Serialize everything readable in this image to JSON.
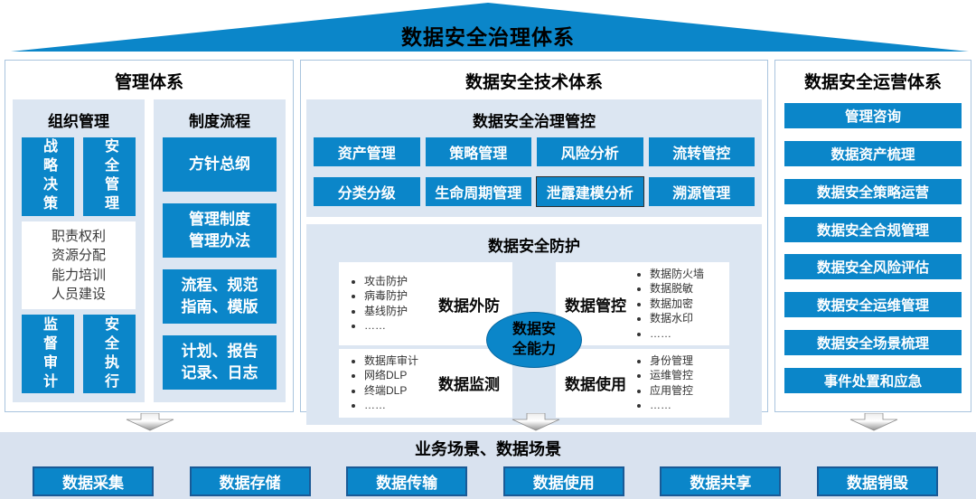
{
  "banner": {
    "title": "数据安全治理体系"
  },
  "left_panel": {
    "title": "管理体系",
    "org": {
      "title": "组织管理",
      "top_buttons": [
        "战略决策",
        "安全管理"
      ],
      "center_box_lines": "职责权利\n资源分配\n能力培训\n人员建设",
      "bottom_buttons": [
        "监督审计",
        "安全执行"
      ]
    },
    "process": {
      "title": "制度流程",
      "buttons": [
        "方针总纲",
        "管理制度\n管理办法",
        "流程、规范\n指南、模版",
        "计划、报告\n记录、日志"
      ]
    }
  },
  "tech_panel": {
    "title": "数据安全技术体系",
    "govern": {
      "title": "数据安全治理管控",
      "buttons": [
        "资产管理",
        "策略管理",
        "风险分析",
        "流转管控",
        "分类分级",
        "生命周期管理",
        "泄露建模分析",
        "溯源管理"
      ]
    },
    "protect": {
      "title": "数据安全防护",
      "center_label": "数据安\n全能力",
      "quadrants": [
        {
          "label": "数据外防",
          "items": [
            "攻击防护",
            "病毒防护",
            "基线防护",
            "……"
          ]
        },
        {
          "label": "数据管控",
          "items": [
            "数据防火墙",
            "数据脱敏",
            "数据加密",
            "数据水印",
            "……"
          ]
        },
        {
          "label": "数据监测",
          "items": [
            "数据库审计",
            "网络DLP",
            "终端DLP",
            "……"
          ]
        },
        {
          "label": "数据使用",
          "items": [
            "身份管理",
            "运维管控",
            "应用管控",
            "……"
          ]
        }
      ]
    }
  },
  "ops_panel": {
    "title": "数据安全运营体系",
    "buttons": [
      "管理咨询",
      "数据资产梳理",
      "数据安全策略运营",
      "数据安全合规管理",
      "数据安全风险评估",
      "数据安全运维管理",
      "数据安全场景梳理",
      "事件处置和应急"
    ]
  },
  "bottom_band": {
    "title": "业务场景、数据场景",
    "buttons": [
      "数据采集",
      "数据存储",
      "数据传输",
      "数据使用",
      "数据共享",
      "数据销毁"
    ]
  },
  "colors": {
    "primary_blue": "#0b86c9",
    "section_bg": "#dce6f2",
    "band_bg": "#d9e2ef",
    "panel_border": "#a9c4de",
    "band_button_border": "#1a5a96"
  }
}
